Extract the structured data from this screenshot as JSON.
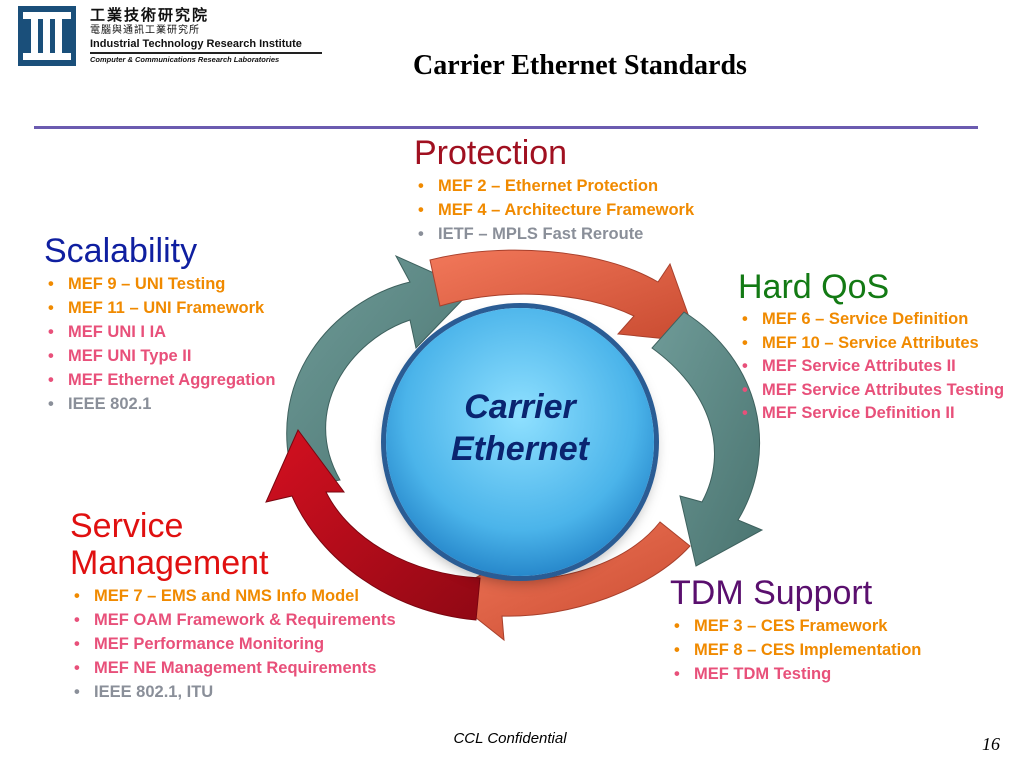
{
  "logo": {
    "line1": "工業技術研究院",
    "line2": "電腦與通訊工業研究所",
    "line3": "Industrial Technology Research Institute",
    "line4": "Computer & Communications Research Laboratories"
  },
  "title": "Carrier Ethernet Standards",
  "center": {
    "line1": "Carrier",
    "line2": "Ethernet"
  },
  "protection": {
    "heading": "Protection",
    "items": [
      "MEF 2 – Ethernet Protection",
      "MEF 4 – Architecture Framework",
      "IETF – MPLS Fast Reroute"
    ]
  },
  "scalability": {
    "heading": "Scalability",
    "items": [
      "MEF 9 –  UNI Testing",
      "MEF 11 – UNI Framework",
      "MEF UNI I IA",
      "MEF UNI Type II",
      "MEF Ethernet Aggregation",
      "IEEE 802.1"
    ]
  },
  "hardqos": {
    "heading": "Hard QoS",
    "items": [
      "MEF 6 – Service Definition",
      "MEF 10 – Service Attributes",
      "MEF Service Attributes II",
      "MEF Service Attributes Testing",
      "MEF Service Definition II"
    ]
  },
  "service": {
    "heading_line1": "Service",
    "heading_line2": "Management",
    "items": [
      "MEF 7 – EMS and NMS Info Model",
      "MEF OAM Framework & Requirements",
      "MEF Performance Monitoring",
      "MEF NE Management Requirements",
      "IEEE 802.1, ITU"
    ]
  },
  "tdm": {
    "heading": "TDM Support",
    "items": [
      "MEF 3 – CES Framework",
      "MEF 8 – CES Implementation",
      "MEF TDM Testing"
    ]
  },
  "footer": {
    "confidential": "CCL Confidential",
    "page": "16"
  }
}
